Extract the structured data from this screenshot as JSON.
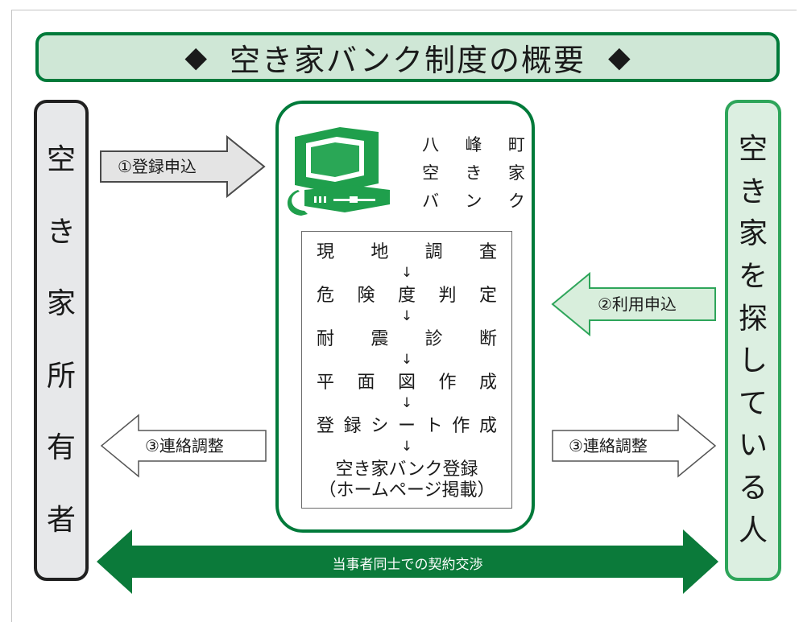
{
  "title": {
    "left_mark": "◆",
    "text": "空き家バンク制度の概要",
    "right_mark": "◆"
  },
  "owner_box": {
    "chars": [
      "空",
      "き",
      "家",
      "所",
      "有",
      "者"
    ]
  },
  "seeker_box": {
    "chars": [
      "空",
      "き",
      "家",
      "を",
      "探",
      "し",
      "て",
      "い",
      "る",
      "人"
    ]
  },
  "bank": {
    "name_chars": [
      "八",
      "峰",
      "町",
      "空",
      "き",
      "家",
      "バ",
      "ン",
      "ク"
    ]
  },
  "steps": {
    "items": [
      [
        "現",
        "地",
        "調",
        "査"
      ],
      [
        "危",
        "険",
        "度",
        "判",
        "定"
      ],
      [
        "耐",
        "震",
        "診",
        "断"
      ],
      [
        "平",
        "面",
        "図",
        "作",
        "成"
      ],
      [
        "登",
        "録",
        "シ",
        "ー",
        "ト",
        "作",
        "成"
      ]
    ],
    "arrow_glyph": "↓",
    "final_line1": "空き家バンク登録",
    "final_line2": "（ホームページ掲載）"
  },
  "arrows": {
    "register_label": "①登録申込",
    "use_label": "②利用申込",
    "contact_left_label": "③連絡調整",
    "contact_right_label": "③連絡調整",
    "negotiation_label": "当事者同士での契約交渉"
  },
  "colors": {
    "dark_green": "#007a3a",
    "light_green": "#2ea55a",
    "pale_green": "#cfe7d6",
    "gray_fill": "#e7e8ea"
  },
  "icons": {
    "computer": "computer-icon"
  }
}
